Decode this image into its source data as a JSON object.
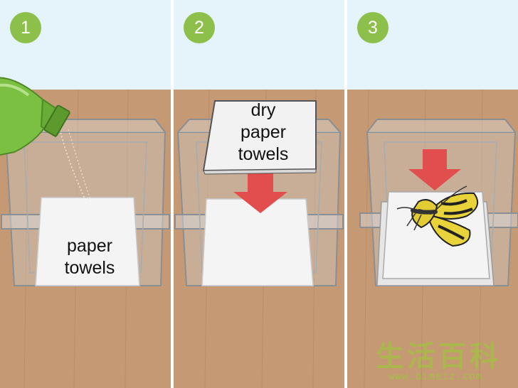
{
  "steps": [
    {
      "number": "1",
      "label_lines": [
        "paper",
        "towels"
      ]
    },
    {
      "number": "2",
      "label_lines": [
        "dry",
        "paper",
        "towels"
      ]
    },
    {
      "number": "3",
      "label_lines": []
    }
  ],
  "watermark": {
    "text": "生活百科",
    "url": "www.bimeiz.com"
  },
  "colors": {
    "sky": "#e4f4fa",
    "table": "#c59974",
    "badge": "#8cc04a",
    "arrow": "#e24e4e",
    "bottle": "#7bc043",
    "butterfly": "#e8d43a"
  },
  "icons": [
    "spray-bottle-icon",
    "down-arrow-icon",
    "butterfly-icon"
  ]
}
